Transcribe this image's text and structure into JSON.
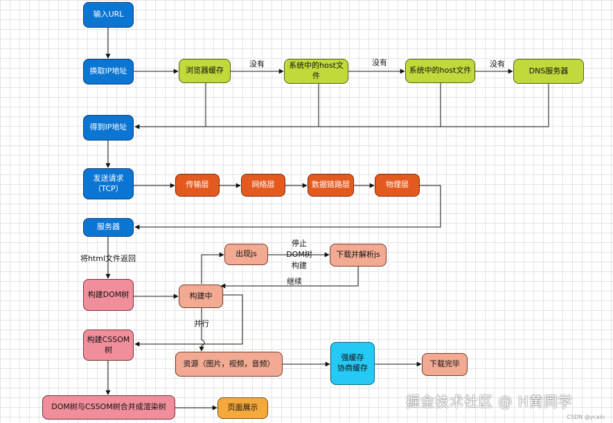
{
  "nodes": {
    "input_url": "输入URL",
    "get_ip": "换取IP地址",
    "browser_cache": "浏览器缓存",
    "system_host_1": "系统中的host文\n件",
    "system_host_2": "系统中的host文件",
    "dns_server": "DNS服务器",
    "got_ip": "得到IP地址",
    "send_request": "发送请求\n（TCP）",
    "transport_layer": "传输层",
    "network_layer": "网络层",
    "datalink_layer": "数据链路层",
    "physical_layer": "物理层",
    "server": "服务器",
    "build_dom": "构建DOM树",
    "building": "构建中",
    "js_appears": "出现js",
    "download_parse_js": "下载并解析js",
    "build_cssom": "构建CSSOM\n树",
    "resources": "资源（图片，视频，音频）",
    "strong_cache": "强缓存\n协商缓存",
    "download_done": "下载完毕",
    "render_tree": "DOM树与CSSOM树合并成渲染树",
    "page_display": "页面展示"
  },
  "edge_labels": {
    "none_1": "没有",
    "none_2": "没有",
    "none_3": "没有",
    "return_html": "将html文件返回",
    "stop_dom": "停止\nDOM树\n构建",
    "continue": "继续",
    "parallel": "并行"
  },
  "watermark": "掘金技术社区 @ H黄同学",
  "csdn": "CSDN @ycxin",
  "colors": {
    "blue": "#0b75d3",
    "green": "#c2d93b",
    "orange": "#e45a1e",
    "pink": "#f08e9b",
    "salmon": "#f2aa93",
    "cyan": "#24c9f4",
    "amber": "#f5a93b"
  }
}
